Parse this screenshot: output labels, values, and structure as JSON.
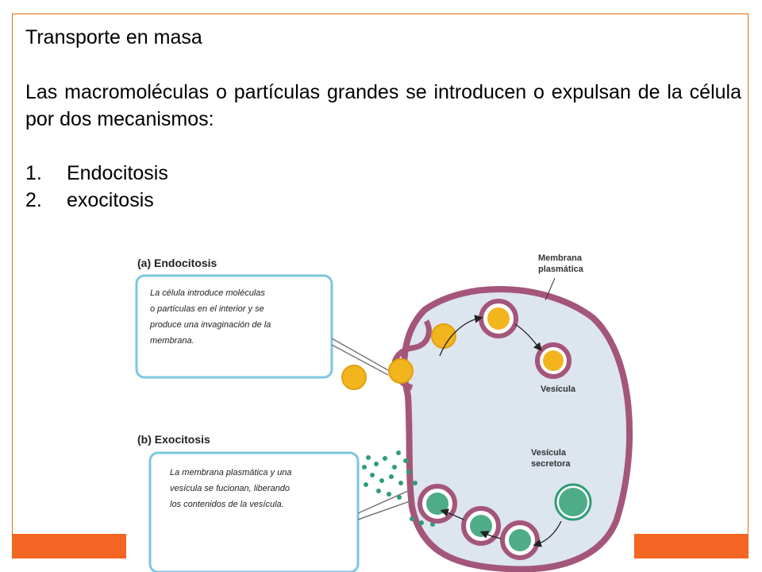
{
  "slide": {
    "title": "Transporte en masa",
    "intro": "Las macromoléculas o partículas grandes se introducen o expulsan de la célula por dos mecanismos:",
    "list": [
      {
        "num": "1.",
        "label": "Endocitosis"
      },
      {
        "num": "2.",
        "label": "exocitosis"
      }
    ],
    "accent_color": "#f26522"
  },
  "figure": {
    "endo_heading": "(a) Endocitosis",
    "endo_text": [
      "La célula introduce moléculas",
      "o partículas en el interior y se",
      "produce una invaginación de la",
      "membrana."
    ],
    "membrane_label": [
      "Membrana",
      "plasmática"
    ],
    "vesicle_label": "Vesícula",
    "exo_heading": "(b) Exocitosis",
    "exo_text": [
      "La membrana plasmática y una",
      "vesícula se fucionan, liberando",
      "los contenidos de la vesícula."
    ],
    "secretory_label": [
      "Vesícula",
      "secretora"
    ],
    "colors": {
      "membrane": "#a4567a",
      "cytoplasm": "#dde5ef",
      "particle": "#f2b51d",
      "secretion": "#2f9d74",
      "callout": "#7ec6df"
    }
  }
}
